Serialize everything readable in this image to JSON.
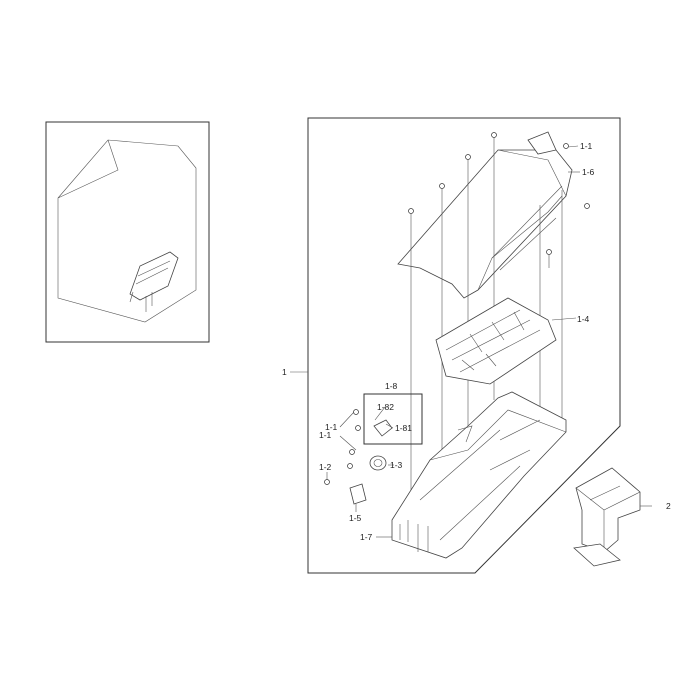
{
  "labels": {
    "assembly": "1",
    "screw_top": "1-1",
    "duct_cover": "1-6",
    "heater_coil": "1-4",
    "thermostat_group": "1-8",
    "thermostat_a": "1-82",
    "thermostat_b": "1-81",
    "screw_mid": "1-1",
    "screw_low": "1-1",
    "thermal_fuse": "1-3",
    "screw_small": "1-2",
    "sensor": "1-5",
    "heater_housing": "1-7",
    "bracket": "2"
  }
}
